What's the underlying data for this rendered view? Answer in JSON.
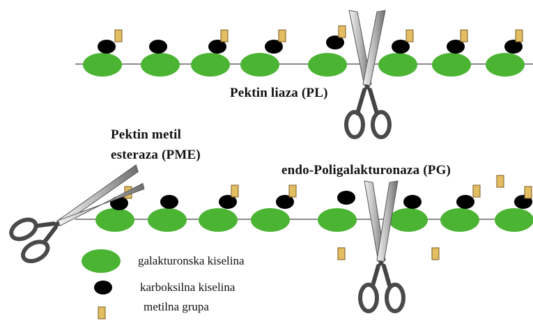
{
  "labels": {
    "pectin_lyase": "Pektin liaza (PL)",
    "pme_line1": "Pektin metil",
    "pme_line2": "esteraza (PME)",
    "endo_pg": "endo-Poligalakturonaza (PG)"
  },
  "legend": {
    "galacturonic": "galakturonska kiselina",
    "carboxyl": "karboksilna kiselina",
    "methyl": "metilna grupa"
  },
  "colors": {
    "galacturonic": "#4bb433",
    "carboxyl": "#000000",
    "methyl": "#e3bd62",
    "chain": "#8a8a8a"
  },
  "icons": [
    "scissors-icon"
  ]
}
